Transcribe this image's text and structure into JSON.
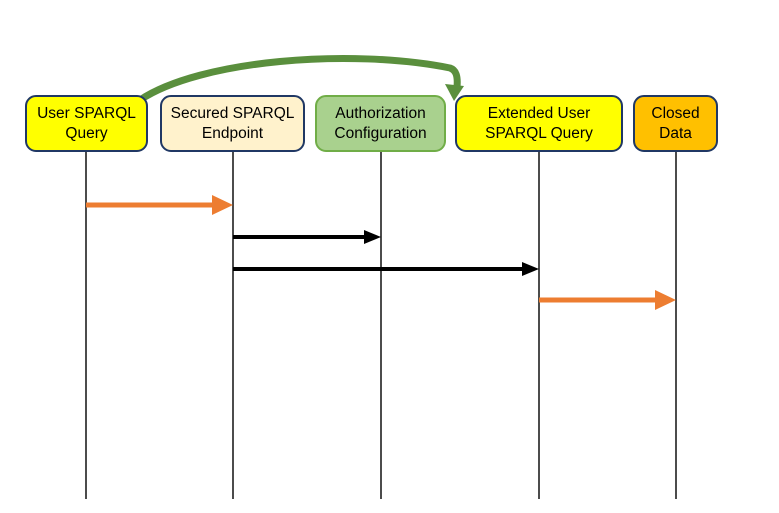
{
  "diagram": {
    "type": "sequence-diagram",
    "nodes": [
      {
        "id": "user-sparql-query",
        "label": "User SPARQL Query",
        "fill": "#ffff00",
        "border": "#203864"
      },
      {
        "id": "secured-sparql-endpoint",
        "label": "Secured SPARQL Endpoint",
        "fill": "#fff2cc",
        "border": "#203864"
      },
      {
        "id": "authorization-configuration",
        "label": "Authorization Configuration",
        "fill": "#a9d18e",
        "border": "#70ad47"
      },
      {
        "id": "extended-user-sparql-query",
        "label": "Extended User SPARQL Query",
        "fill": "#ffff00",
        "border": "#203864"
      },
      {
        "id": "closed-data",
        "label": "Closed Data",
        "fill": "#ffc000",
        "border": "#203864"
      }
    ],
    "edges": [
      {
        "from": "user-sparql-query",
        "to": "secured-sparql-endpoint",
        "color": "#ed7d31",
        "style": "thick-arrow"
      },
      {
        "from": "secured-sparql-endpoint",
        "to": "authorization-configuration",
        "color": "#000000",
        "style": "arrow"
      },
      {
        "from": "secured-sparql-endpoint",
        "to": "extended-user-sparql-query",
        "color": "#000000",
        "style": "arrow"
      },
      {
        "from": "extended-user-sparql-query",
        "to": "closed-data",
        "color": "#ed7d31",
        "style": "thick-arrow"
      },
      {
        "from": "user-sparql-query",
        "to": "extended-user-sparql-query",
        "color": "#5a8f3d",
        "style": "curved-arrow-over-top"
      }
    ],
    "colors": {
      "orange_arrow": "#ed7d31",
      "black_arrow": "#000000",
      "green_curve": "#5a8f3d",
      "lifeline": "#000000"
    }
  }
}
